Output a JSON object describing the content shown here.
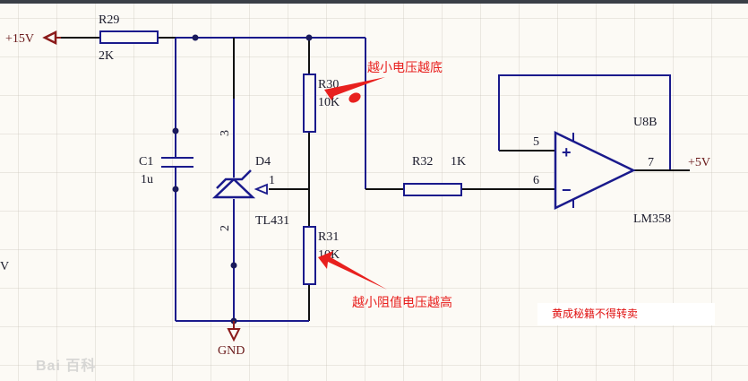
{
  "diagram": {
    "type": "circuit-schematic",
    "colors": {
      "wire_blue": "#1a1a8c",
      "wire_black": "#111111",
      "power_port": "#8b1a1a",
      "annotation": "#e8201e",
      "background": "#fcfaf5"
    },
    "ports": {
      "vin": "+15V",
      "vout": "+5V",
      "gnd": "GND",
      "edge_label": "V"
    },
    "components": {
      "r29": {
        "ref": "R29",
        "value": "2K"
      },
      "c1": {
        "ref": "C1",
        "value": "1u"
      },
      "d4": {
        "ref": "D4",
        "part": "TL431",
        "pin_cathode": "3",
        "pin_anode": "2",
        "pin_ref": "1"
      },
      "r30": {
        "ref": "R30",
        "value": "10K"
      },
      "r31": {
        "ref": "R31",
        "value": "10K"
      },
      "r32": {
        "ref": "R32",
        "value": "1K"
      },
      "u8b": {
        "ref": "U8B",
        "part": "LM358",
        "pin_plus": "5",
        "pin_minus": "6",
        "pin_out": "7",
        "plus_sign": "+",
        "minus_sign": "−"
      }
    },
    "annotations": {
      "r30_note": "越小电压越底",
      "r31_note": "越小阻值电压越高"
    },
    "watermark": "黄成秘籍不得转卖",
    "logo": "Bai 百科"
  }
}
